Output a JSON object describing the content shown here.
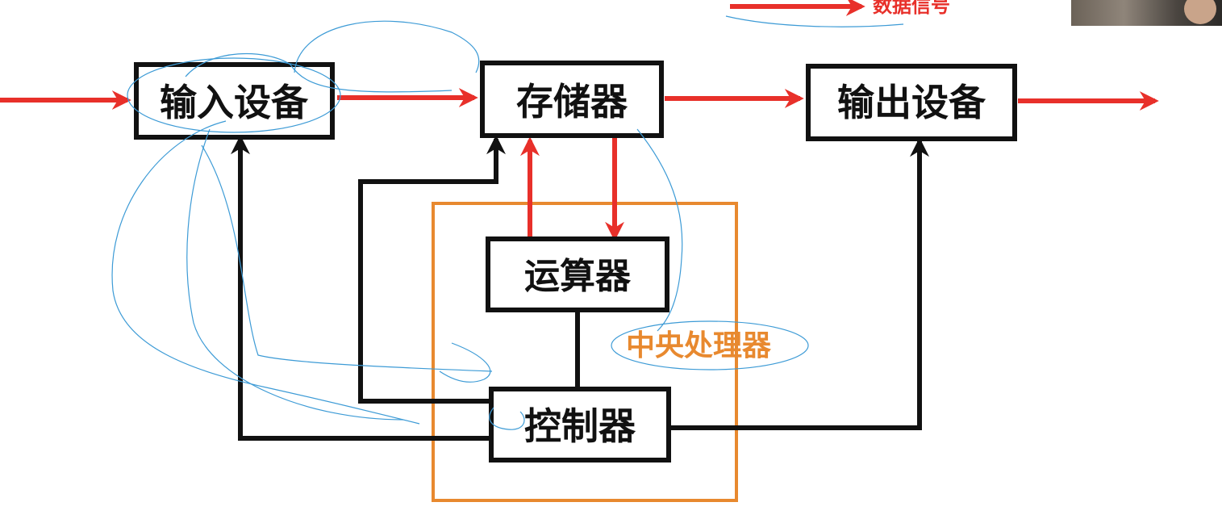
{
  "nodes": {
    "input": "输入设备",
    "memory": "存储器",
    "output": "输出设备",
    "alu": "运算器",
    "control": "控制器"
  },
  "cpu_label": "中央处理器",
  "legend": {
    "data_signal": "数据信号"
  },
  "colors": {
    "data_arrow": "#e8302a",
    "control_line": "#111111",
    "cpu_border": "#e8892f",
    "cpu_text": "#e8892f",
    "scribble": "#3d9bd6",
    "box_border": "#111111"
  }
}
